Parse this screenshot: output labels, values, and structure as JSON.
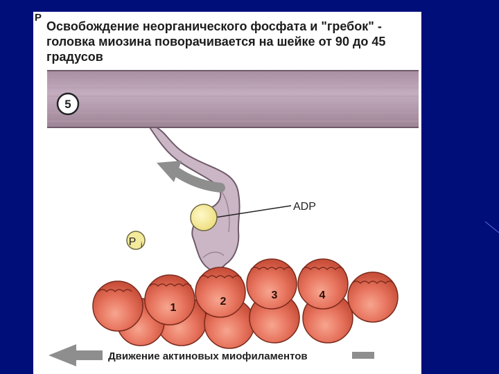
{
  "figure": {
    "corner_letter": "Р",
    "caption_line1": "Освобождение неорганического фосфата и \"гребок\" -",
    "caption_line2": "головка миозина поворачивается на шейке от 90 до 45",
    "caption_line3": "градусов",
    "step_number": "5",
    "adp_label": "ADP",
    "pi_letter": "P",
    "pi_subscript": "i",
    "actin_labels": [
      "1",
      "2",
      "3",
      "4"
    ],
    "movement_label": "Движение актиновых миофиламентов"
  },
  "colors": {
    "slide_background": "#000e7a",
    "thick_filament": "#b7a0b1",
    "myosin_head": "#c9b3c4",
    "adp_ball": "#f4ea9c",
    "actin_bead": "#e7745e",
    "arrow_gray": "#8e8e8e"
  },
  "icons": {
    "power_stroke_arrow": "curved-arrow-left",
    "movement_arrow": "arrow-left"
  }
}
